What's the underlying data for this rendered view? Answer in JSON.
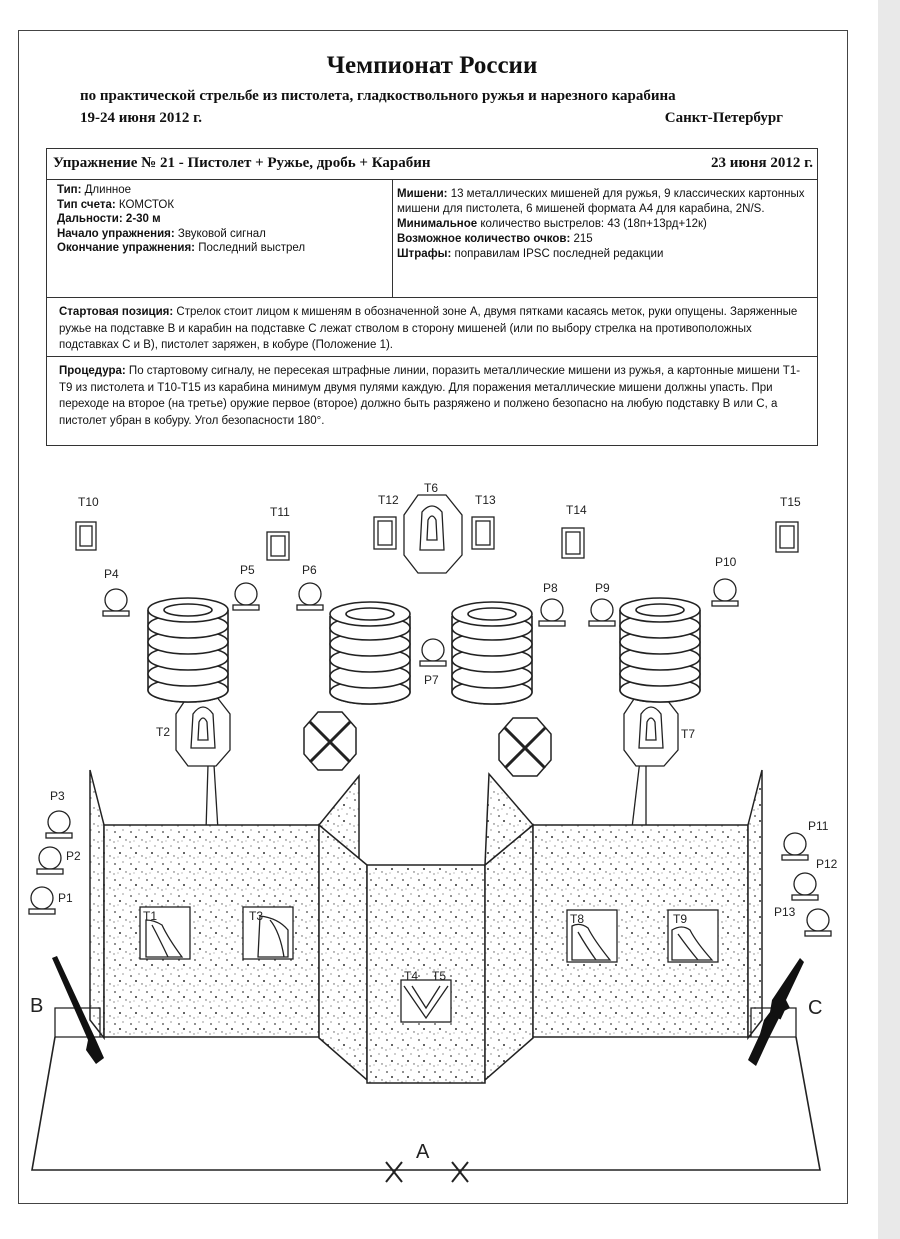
{
  "header": {
    "title": "Чемпионат России",
    "subtitle": "по практической стрельбе из пистолета, гладкоствольного ружья и нарезного карабина",
    "dates": "19-24 июня 2012 г.",
    "city": "Санкт-Петербург"
  },
  "exercise": {
    "name": "Упражнение № 21  - Пистолет + Ружье, дробь + Карабин",
    "date": "23 июня 2012 г."
  },
  "left_info": {
    "type_label": "Тип:",
    "type_value": "Длинное",
    "score_label": "Тип счета:",
    "score_value": "КОМСТОК",
    "range_label": "Дальности:",
    "range_value": "2-30 м",
    "start_label": "Начало упражнения:",
    "start_value": "Звуковой сигнал",
    "end_label": "Окончание упражнения:",
    "end_value": "Последний выстрел"
  },
  "right_info": {
    "targets_label": "Мишени:",
    "targets_value": "13 металлических мишеней для ружья, 9 классических картонных мишени для пистолета, 6 мишеней формата А4 для карабина, 2N/S.",
    "min_label": "Минимальное",
    "min_value": "количество выстрелов: 43 (18п+13рд+12к)",
    "max_label": "Возможное количество очков:",
    "max_value": "215",
    "pen_label": "Штрафы:",
    "pen_value": "поправилам IPSC последней редакции"
  },
  "start_position": {
    "label": "Стартовая позиция:",
    "text": "Стрелок стоит лицом к мишеням в обозначенной зоне А, двумя пятками касаясь меток, руки опущены. Заряженные ружье на подставке В и карабин на подставке С лежат стволом в сторону мишеней (или по выбору стрелка на противоположных подставках С и В), пистолет заряжен, в кобуре  (Положение 1)."
  },
  "procedure": {
    "label": "Процедура:",
    "text": "По стартовому сигналу, не пересекая штрафные линии, поразить металлические мишени из ружья, а картонные мишени Т1-Т9 из пистолета и Т10-Т15 из карабина минимум двумя пулями каждую. Для поражения металлические мишени должны упасть.  При переходе на второе (на третье) оружие первое (второе) должно быть разряжено и полжено безопасно на любую подставку В или С, а пистолет убран в кобуру. Угол безопасности 180°."
  },
  "diagram": {
    "targets": [
      "T10",
      "T11",
      "T12",
      "T6",
      "T13",
      "T14",
      "T15",
      "T2",
      "T7",
      "T1",
      "T3",
      "T4",
      "T5",
      "T8",
      "T9"
    ],
    "poppers": [
      "P4",
      "P5",
      "P6",
      "P7",
      "P8",
      "P9",
      "P10",
      "P3",
      "P2",
      "P1",
      "P11",
      "P12",
      "P13"
    ],
    "stations": {
      "left": "B",
      "right": "C",
      "shooting_area": "A"
    }
  }
}
